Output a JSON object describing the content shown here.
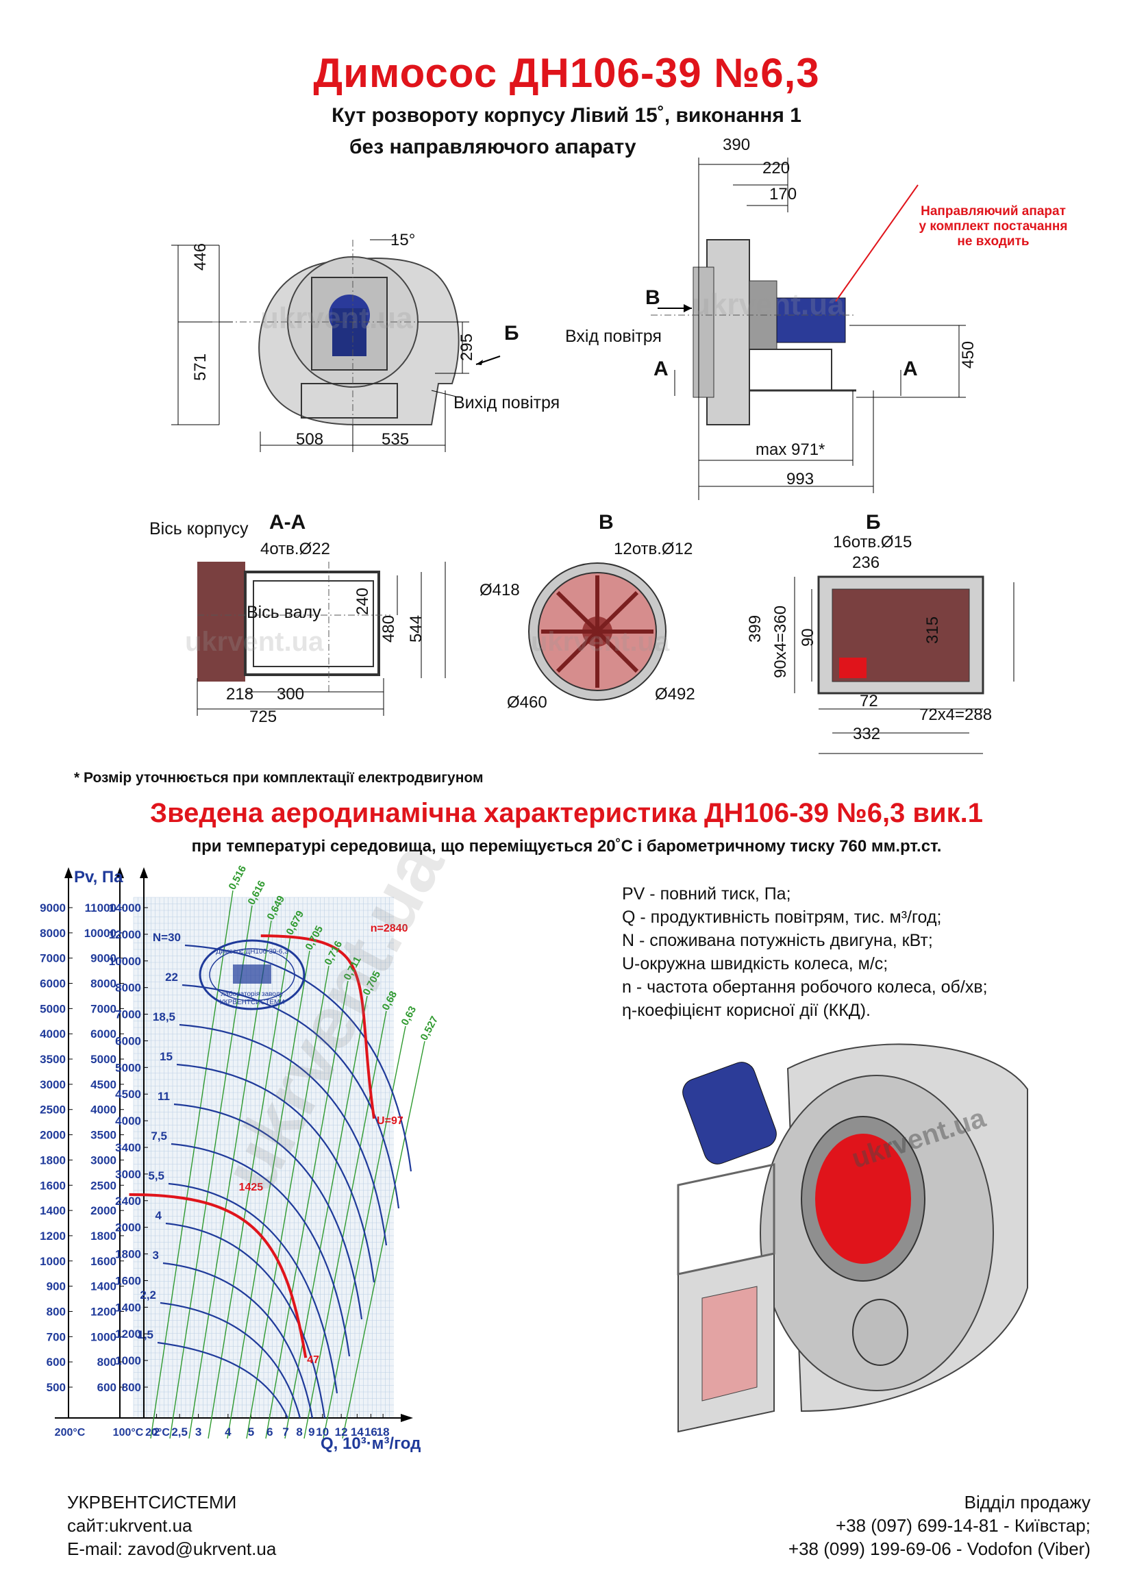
{
  "header": {
    "title": "Димосос  ДН106-39 №6,3",
    "subtitle1": "Кут розвороту корпусу Лівий 15˚, виконання 1",
    "subtitle2": "без направляючого апарату"
  },
  "drawing": {
    "front": {
      "angle": "15°",
      "d446": "446",
      "d571": "571",
      "d295": "295",
      "d508": "508",
      "d535": "535",
      "arrow_b": "Б",
      "air_out": "Вихід повітря"
    },
    "side": {
      "d390": "390",
      "d220": "220",
      "d170": "170",
      "d450": "450",
      "dmax": "max 971*",
      "d993": "993",
      "arrow_v": "В",
      "air_in": "Вхід повітря",
      "sec_a1": "А",
      "sec_a2": "А",
      "note": [
        "Направляючий апарат",
        "у комплект постачання",
        "не входить"
      ]
    },
    "section_aa": {
      "title": "А-А",
      "axis_body": "Вісь корпусу",
      "holes": "4отв.Ø22",
      "axis_shaft": "Вісь валу",
      "d240": "240",
      "d480": "480",
      "d544": "544",
      "d218": "218",
      "d300": "300",
      "d725": "725"
    },
    "section_v": {
      "title": "В",
      "holes": "12отв.Ø12",
      "d418": "Ø418",
      "d460": "Ø460",
      "d492": "Ø492"
    },
    "section_b": {
      "title": "Б",
      "holes": "16отв.Ø15",
      "d236": "236",
      "d399": "399",
      "d90x4": "90х4=360",
      "d90": "90",
      "d315": "315",
      "d72": "72",
      "d72x4": "72х4=288",
      "d332": "332"
    },
    "watermark": "ukrvent.ua"
  },
  "note": "* Розмір уточнюється при комплектації електродвигуном",
  "chart_title": "Зведена аеродинамічна характеристика ДН106-39 №6,3 вик.1",
  "chart_subtitle": "при температурі середовища, що переміщується 20˚С і барометричному тиску 760 мм.рт.ст.",
  "legend": [
    "PV - повний тиск, Па;",
    "Q - продуктивність повітрям, тис. м³/год;",
    "N - споживана потужність двигуна, кВт;",
    "U-окружна швидкість колеса, м/с;",
    "n - частота обертання робочого колеса, об/хв;",
    "η-коефіцієнт корисної дії (ККД)."
  ],
  "stamp": {
    "top": "Димосос ДН106-39-6,3",
    "bottom1": "лабораторія заводу",
    "bottom2": "УКРВЕНТСИСТЕМИ"
  },
  "chart_data": {
    "type": "line",
    "ylabel": "Pv, Па",
    "xlabel": "Q, 10³·м³/год",
    "x_scale": "log",
    "y_scale": "log",
    "x_ticks": [
      "2",
      "2,5",
      "3",
      "4",
      "5",
      "6",
      "7",
      "8",
      "9",
      "10",
      "12",
      "14",
      "16",
      "18"
    ],
    "temp_labels": [
      "200°С",
      "100°С",
      "20°С"
    ],
    "y_ticks_200C": [
      "500",
      "600",
      "700",
      "800",
      "900",
      "1000",
      "1200",
      "1400",
      "1600",
      "1800",
      "2000",
      "2500",
      "3000",
      "3500",
      "4000",
      "5000",
      "6000",
      "7000",
      "8000",
      "9000"
    ],
    "y_ticks_100C": [
      "600",
      "800",
      "1000",
      "1200",
      "1400",
      "1600",
      "1800",
      "2000",
      "2500",
      "3000",
      "3500",
      "4000",
      "4500",
      "5000",
      "6000",
      "7000",
      "8000",
      "9000",
      "10000",
      "11000"
    ],
    "y_ticks_20C": [
      "800",
      "1000",
      "1200",
      "1400",
      "1600",
      "1800",
      "2000",
      "2400",
      "3000",
      "3400",
      "4000",
      "4500",
      "5000",
      "6000",
      "7000",
      "8000",
      "10000",
      "12000",
      "14000"
    ],
    "power_labels": [
      "N=30",
      "22",
      "18,5",
      "15",
      "11",
      "7,5",
      "5,5",
      "4",
      "3",
      "2,2",
      "1,5"
    ],
    "efficiency_labels": [
      "0,516",
      "0,616",
      "0,649",
      "0,679",
      "0,705",
      "0,716",
      "0,711",
      "0,705",
      "0,68",
      "0,63",
      "0,527"
    ],
    "series": [
      {
        "name": "n=2840",
        "q_range": [
          5.5,
          16.5
        ],
        "p_range": [
          7000,
          2600
        ]
      },
      {
        "name": "1425",
        "q_range": [
          2.0,
          8.5
        ],
        "p_range": [
          1600,
          640
        ]
      }
    ],
    "speed_label": "U=97",
    "end_label": "47"
  },
  "footer": {
    "company": "УКРВЕНТСИСТЕМИ",
    "site": "сайт:ukrvent.ua",
    "email": "E-mail: zavod@ukrvent.ua",
    "sales": "Відділ продажу",
    "phone1": "+38 (097) 699-14-81 - Київстар;",
    "phone2": "+38 (099) 199-69-06 - Vodofon (Viber)"
  }
}
